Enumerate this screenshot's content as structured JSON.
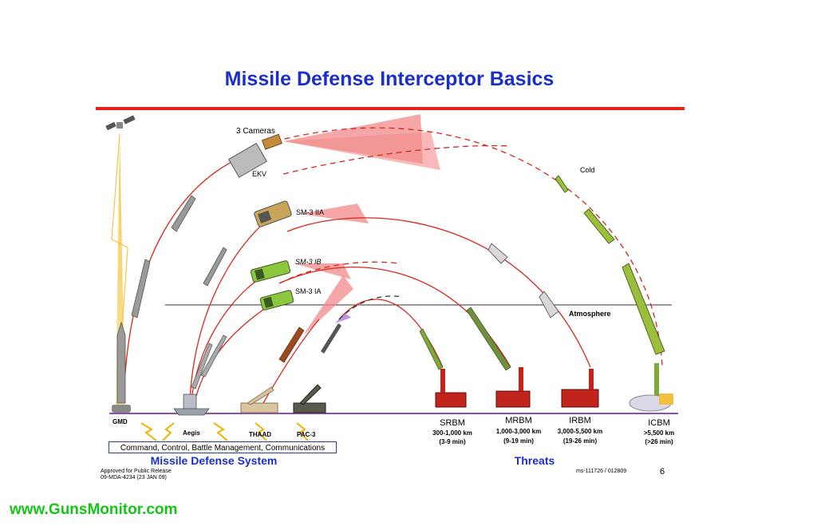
{
  "title": "Missile Defense Interceptor Basics",
  "labels": {
    "three_cameras": "3 Cameras",
    "ekv": "EKV",
    "sm3_iia": "SM-3 IIA",
    "sm3_ib": "SM-3 IB",
    "sm3_ia": "SM-3 IA",
    "cold": "Cold",
    "atmosphere": "Atmosphere"
  },
  "systems": {
    "gmd": "GMD",
    "aegis": "Aegis",
    "thaad": "THAAD",
    "pac3": "PAC-3"
  },
  "command_box": "Command, Control, Battle Management, Communications",
  "missile_defense_system": "Missile Defense System",
  "threats_heading": "Threats",
  "threats": [
    {
      "name": "SRBM",
      "range": "300-1,000 km",
      "time": "(3-9 min)"
    },
    {
      "name": "MRBM",
      "range": "1,000-3,000 km",
      "time": "(9-19 min)"
    },
    {
      "name": "IRBM",
      "range": "3,000-5,500 km",
      "time": "(19-26 min)"
    },
    {
      "name": "ICBM",
      "range": ">5,500 km",
      "time": "(>26 min)"
    }
  ],
  "release": {
    "line1": "Approved for Public Release",
    "line2": "09-MDA-4234 (23 JAN 09)"
  },
  "doc_id": "ms-111726 / 012809",
  "page_number": "6",
  "watermark": "www.GunsMonitor.com",
  "colors": {
    "title": "#1a2fc9",
    "heading_blue": "#1a2fc9",
    "rule_red": "#e0231b",
    "trajectory": "#d9261c",
    "cone": "#f28a8a",
    "ground": "#8a4fb0",
    "watermark": "#17c417",
    "threat_green": "#7fa83a"
  }
}
